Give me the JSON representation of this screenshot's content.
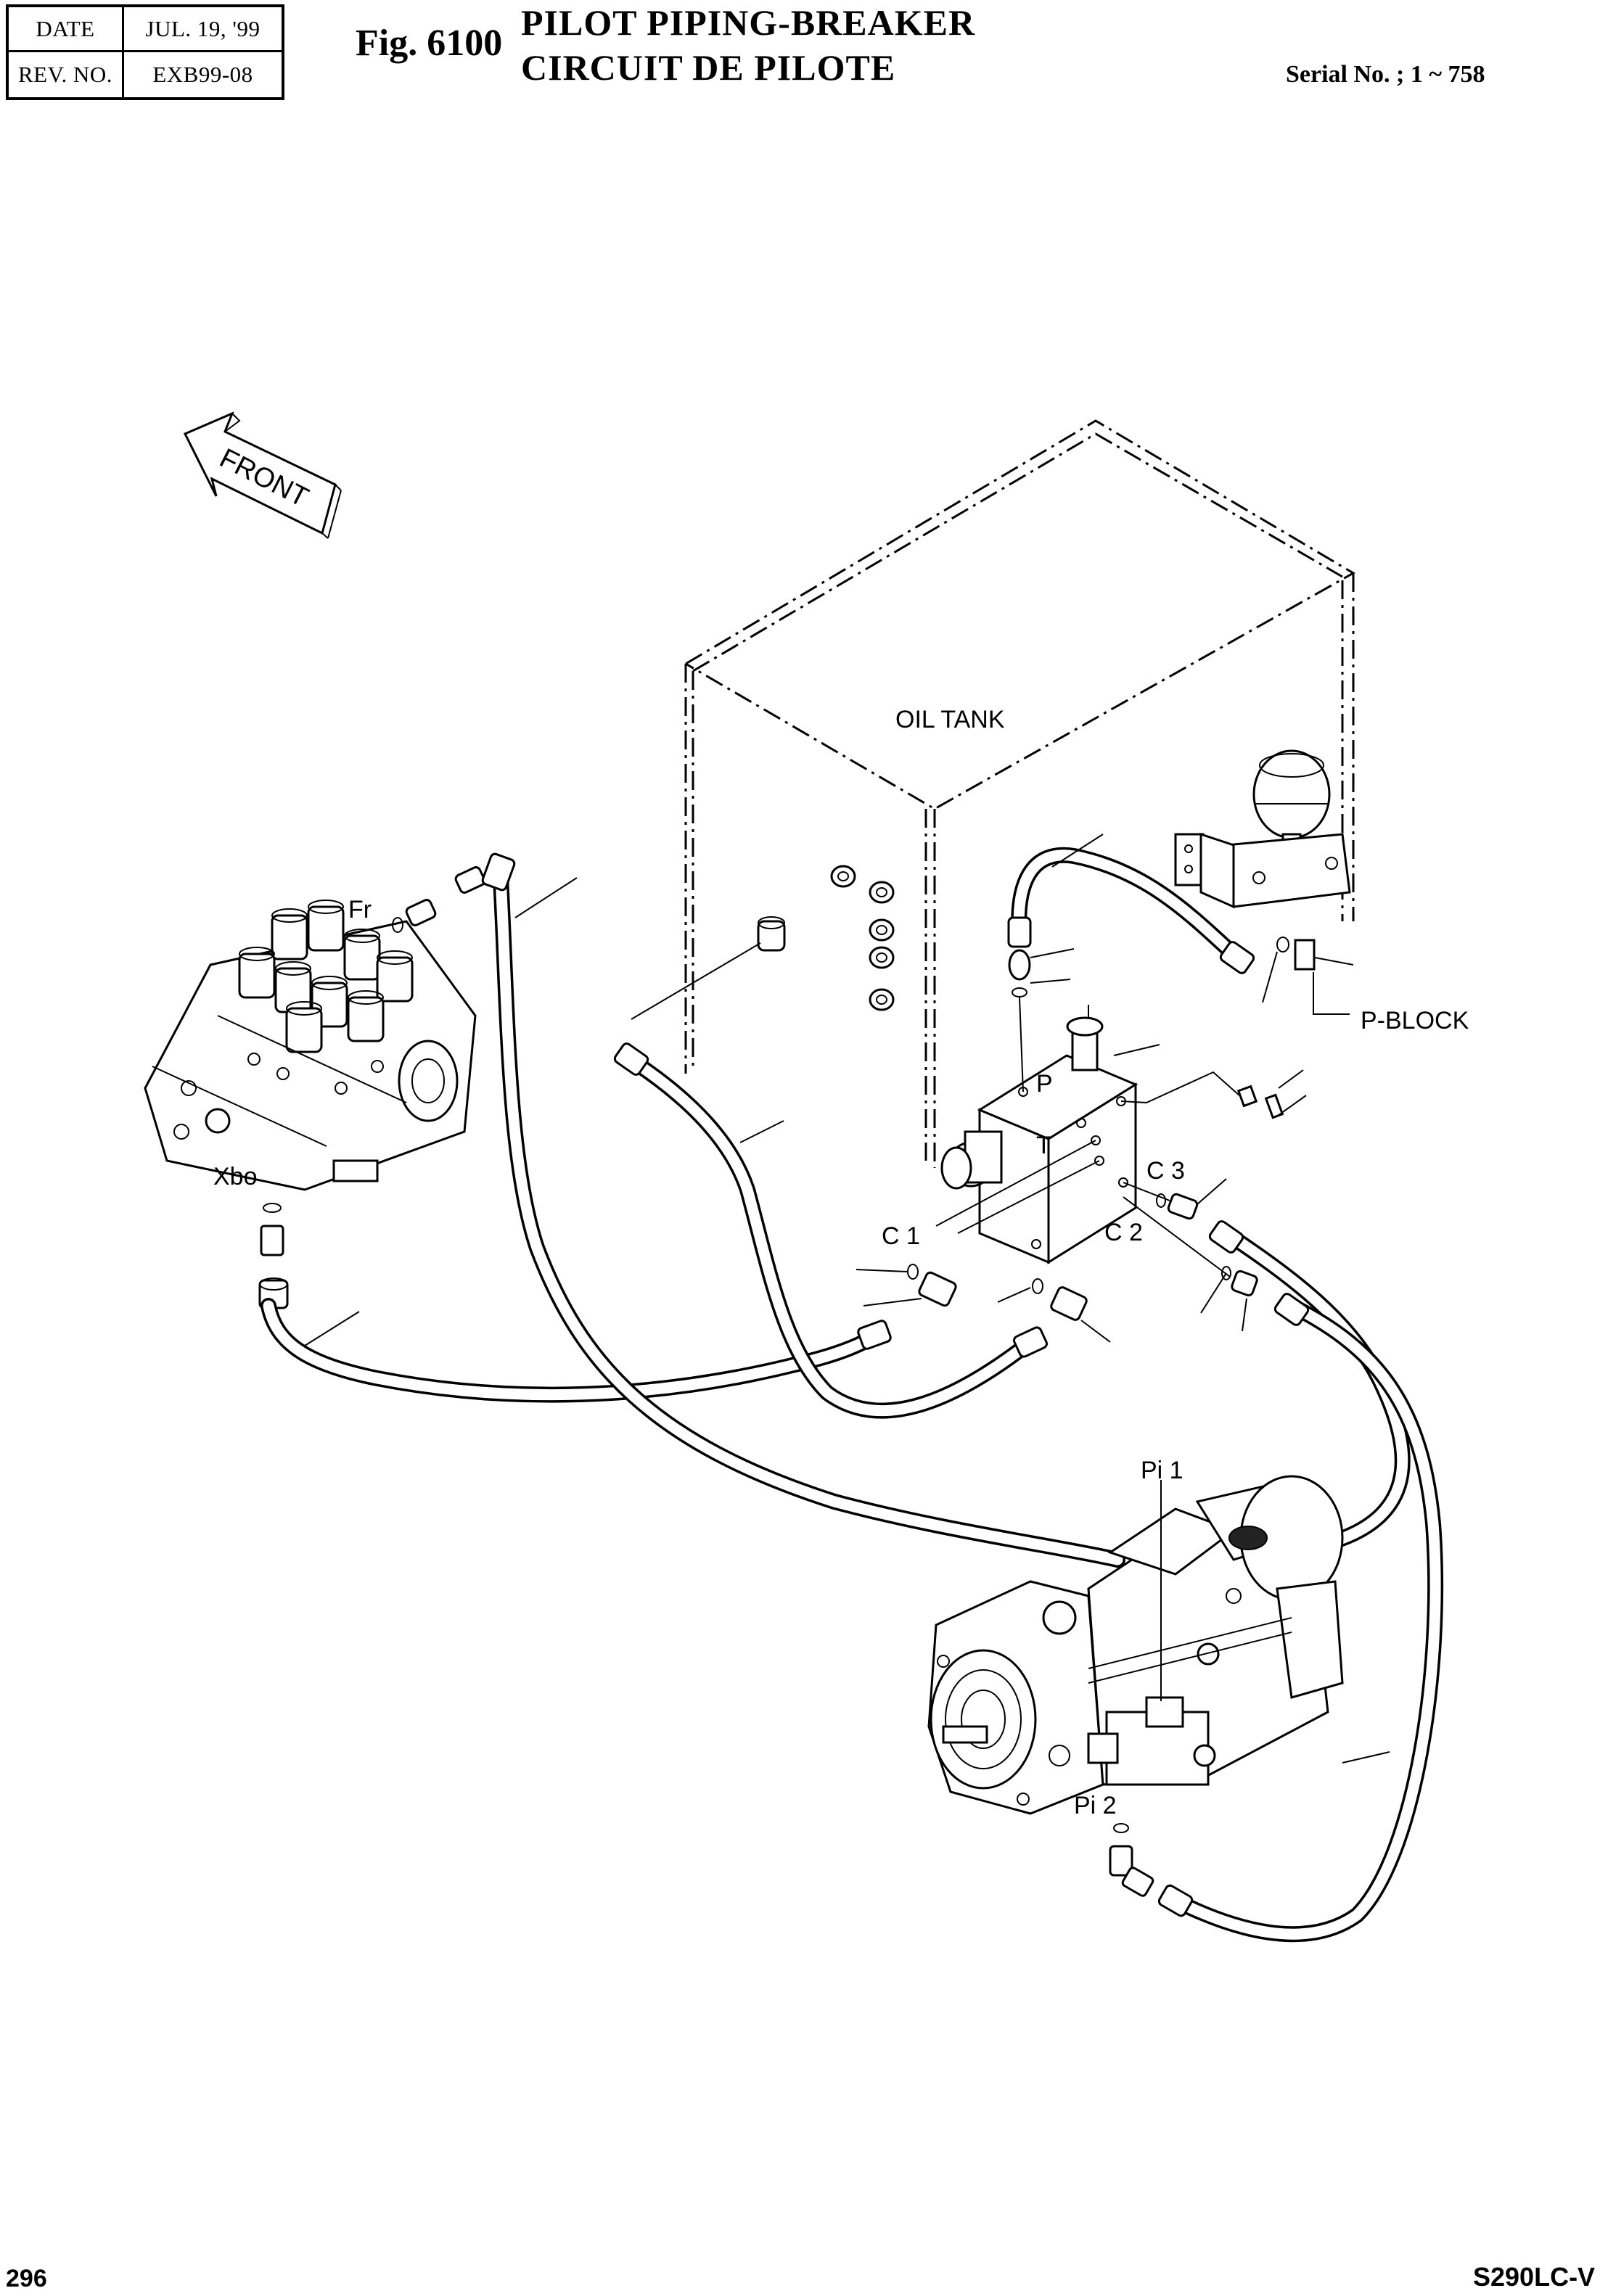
{
  "header": {
    "date_label": "DATE",
    "date_value": "JUL. 19, '99",
    "rev_label": "REV. NO.",
    "rev_value": "EXB99-08",
    "fig_number": "Fig. 6100",
    "title_line1": "PILOT PIPING-BREAKER",
    "title_line2": "CIRCUIT DE PILOTE",
    "serial": "Serial No. ; 1 ~ 758"
  },
  "labels": {
    "front": "FRONT",
    "oil_tank": "OIL TANK",
    "fr": "Fr",
    "xbo": "Xbo",
    "p": "P",
    "t": "T",
    "c1": "C 1",
    "c2": "C 2",
    "c3": "C 3",
    "p_block": "P-BLOCK",
    "pi1": "Pi 1",
    "pi2": "Pi 2"
  },
  "footer": {
    "page_number": "296",
    "model": "S290LC-V"
  }
}
